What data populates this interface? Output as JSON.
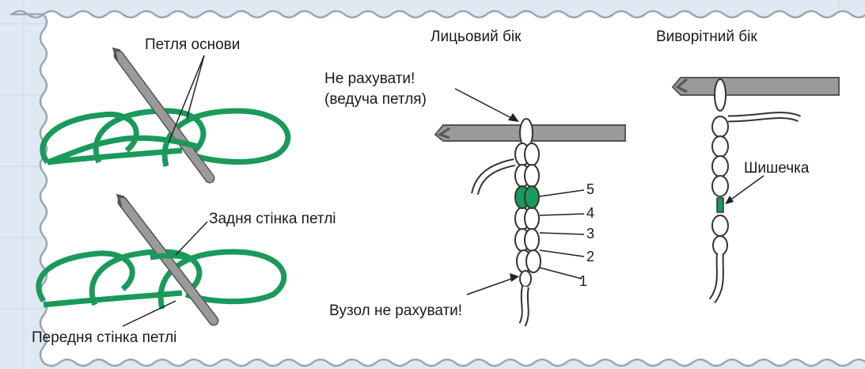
{
  "labels": {
    "base_loop": "Петля основи",
    "back_wall": "Задня стінка петлі",
    "front_wall": "Передня стінка петлі",
    "front_side": "Лицьовий бік",
    "back_side": "Виворітний бік",
    "no_count_line1": "Не рахувати!",
    "no_count_line2": "(ведуча петля)",
    "knot_no_count": "Вузол не рахувати!",
    "bump": "Шишечка"
  },
  "stitch_numbers": [
    "5",
    "4",
    "3",
    "2",
    "1"
  ],
  "colors": {
    "background": "#dfe9f3",
    "panel": "#ffffff",
    "yarn": "#1a9a5a",
    "hook": "#9a9a9a",
    "text": "#1a1a1a"
  }
}
